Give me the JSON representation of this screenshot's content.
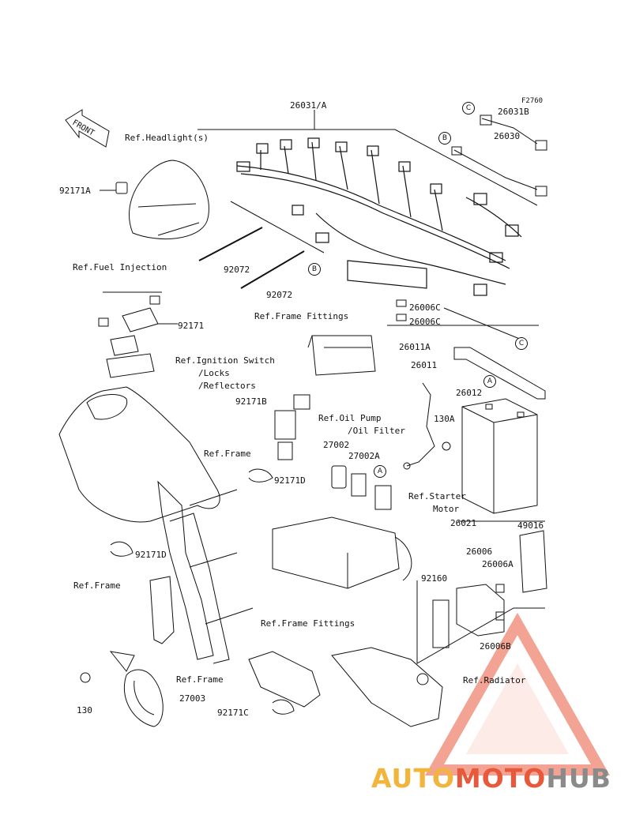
{
  "figure_code": "F2760",
  "front_label": "FRONT",
  "parts": [
    "26031/A",
    "26031B",
    "26030",
    "92171A",
    "92072",
    "92072",
    "26006C",
    "26006C",
    "92171",
    "26011A",
    "26011",
    "26012",
    "92171B",
    "27002",
    "27002A",
    "130A",
    "92171D",
    "92171D",
    "26021",
    "49016",
    "26006",
    "26006A",
    "92160",
    "26006B",
    "130",
    "27003",
    "92171C"
  ],
  "references": [
    "Ref.Headlight(s)",
    "Ref.Fuel Injection",
    "Ref.Frame Fittings",
    "Ref.Ignition Switch",
    "/Locks",
    "/Reflectors",
    "Ref.Oil Pump",
    "/Oil Filter",
    "Ref.Frame",
    "Ref.Starter",
    "Motor",
    "Ref.Frame",
    "Ref.Frame Fittings",
    "Ref.Frame",
    "Ref.Radiator"
  ],
  "connectors": [
    "C",
    "B",
    "B",
    "C",
    "A",
    "A"
  ],
  "watermark": {
    "part1": "AUTO",
    "part2": "MOTO",
    "part3": "HUB"
  },
  "colors": {
    "line": "#111111",
    "watermark_yellow": "#f2b43a",
    "watermark_red": "#e8593c",
    "watermark_gray": "#8a8a8a"
  }
}
